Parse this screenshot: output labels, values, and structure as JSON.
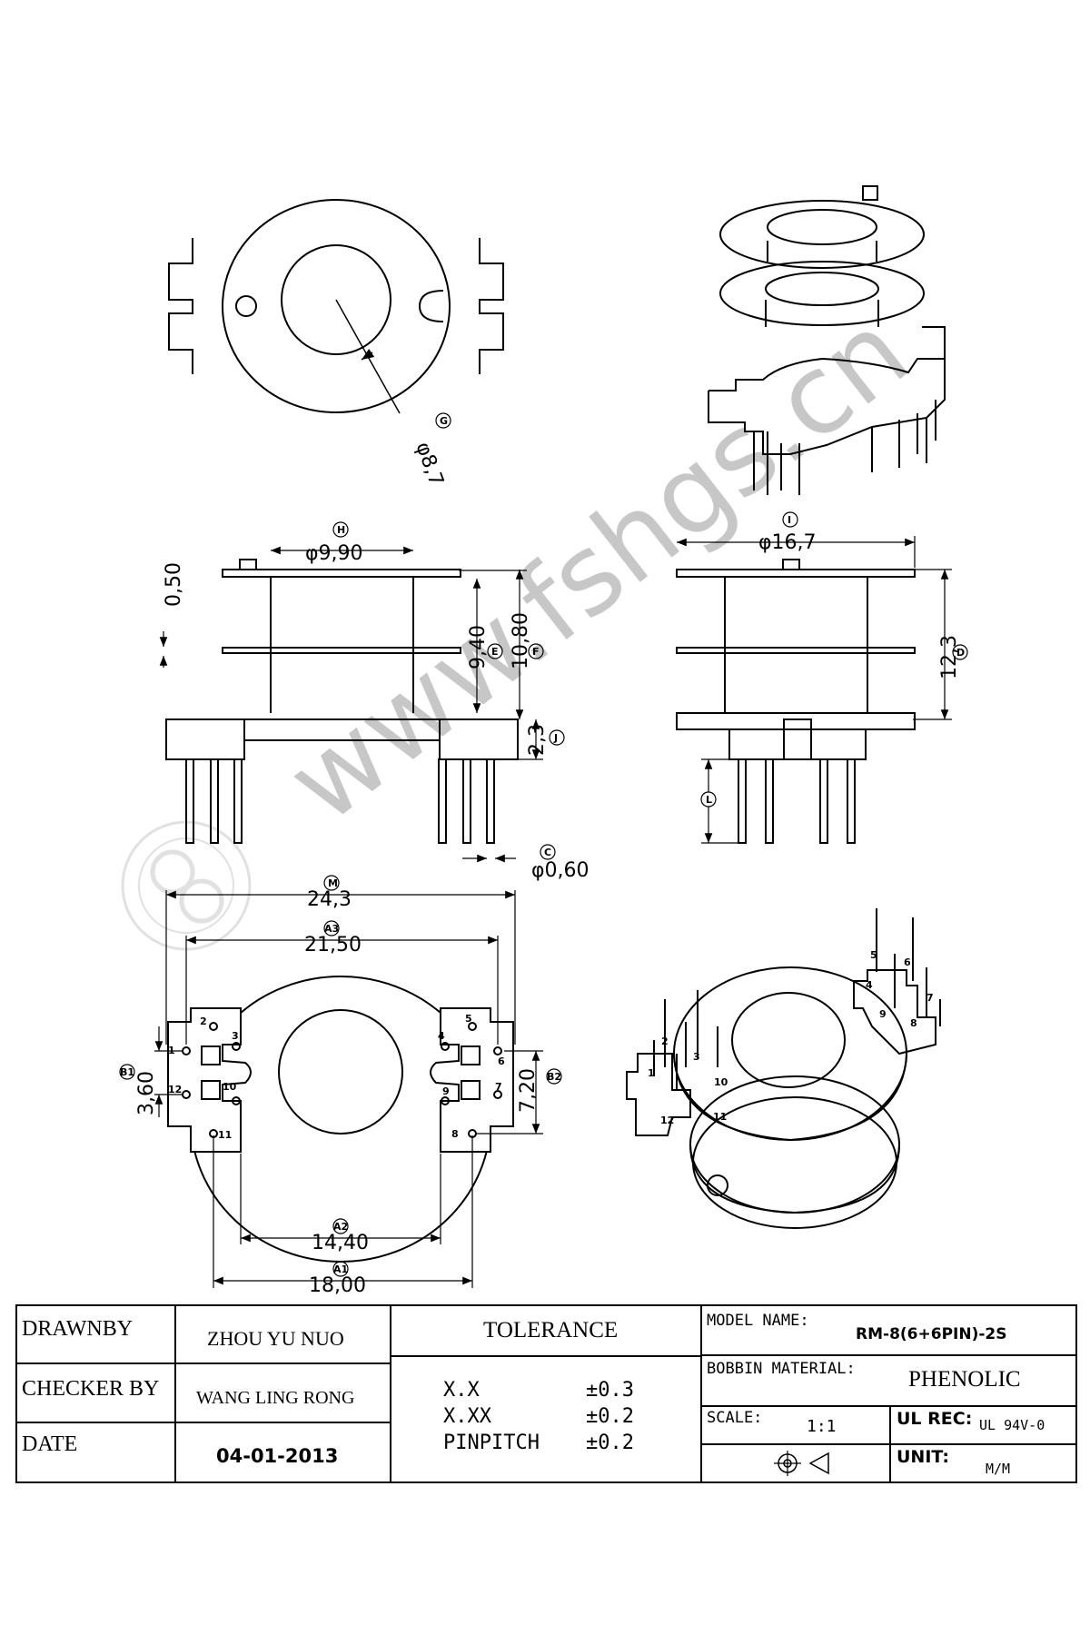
{
  "dimensions": {
    "g_diameter": "φ8,7",
    "h_diameter": "φ9,90",
    "i_diameter": "φ16,7",
    "flange_thickness": "0,50",
    "e_height": "9,40",
    "f_height": "10,80",
    "j_height": "2,3",
    "d_height": "12,3",
    "c_pin_diameter": "φ0,60",
    "m_width": "24,3",
    "a3_width": "21,50",
    "a2_width": "14,40",
    "a1_width": "18,00",
    "b1_pitch": "3,60",
    "b2_pitch": "7,20"
  },
  "markers": {
    "G": "G",
    "H": "H",
    "I": "I",
    "E": "E",
    "F": "F",
    "J": "J",
    "D": "D",
    "L": "L",
    "C": "C",
    "M": "M",
    "A3": "A3",
    "A2": "A2",
    "A1": "A1",
    "B1": "B1",
    "B2": "B2"
  },
  "pins": [
    "1",
    "2",
    "3",
    "4",
    "5",
    "6",
    "7",
    "8",
    "9",
    "10",
    "11",
    "12"
  ],
  "watermark": "www.fshgs.cn",
  "title_block": {
    "drawn_by_label": "DRAWNBY",
    "drawn_by": "ZHOU YU NUO",
    "checker_label": "CHECKER BY",
    "checker": "WANG LING RONG",
    "date_label": "DATE",
    "date": "04-01-2013",
    "tolerance_label": "TOLERANCE",
    "tol_xx_label": "X.X",
    "tol_xx": "±0.3",
    "tol_xxx_label": "X.XX",
    "tol_xxx": "±0.2",
    "tol_pin_label": "PINPITCH",
    "tol_pin": "±0.2",
    "model_label": "MODEL NAME:",
    "model": "RM-8(6+6PIN)-2S",
    "material_label": "BOBBIN MATERIAL:",
    "material": "PHENOLIC",
    "scale_label": "SCALE:",
    "scale": "1:1",
    "ul_label": "UL REC:",
    "ul": "UL 94V-0",
    "unit_label": "UNIT:",
    "unit": "M/M"
  }
}
